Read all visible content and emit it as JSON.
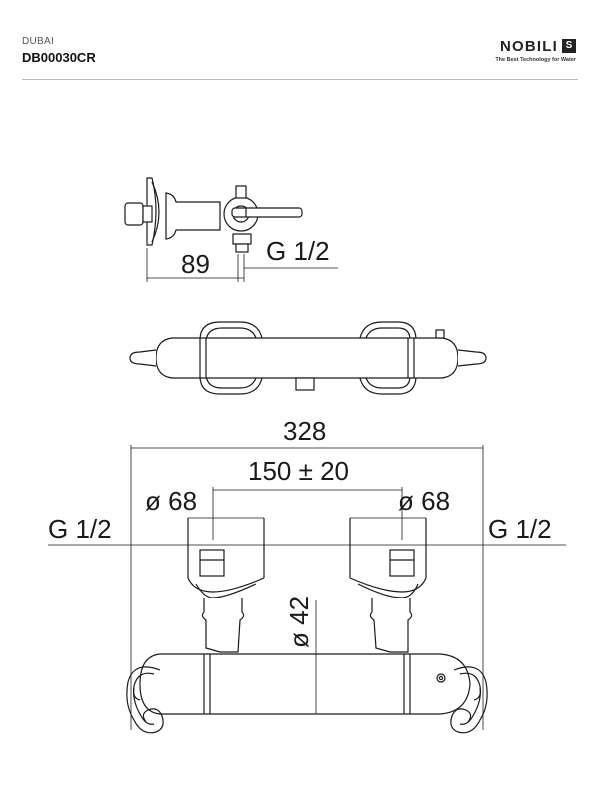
{
  "header": {
    "series": "DUBAI",
    "code": "DB00030CR",
    "brand": "NOBILI",
    "brand_mark": "S",
    "tagline": "The Best Technology for Water"
  },
  "side_view": {
    "depth_label": "89",
    "inlet_label": "G 1/2"
  },
  "front_view": {
    "width_label": "328",
    "center_label": "150 ± 20",
    "left_diameter_label": "ø 68",
    "right_diameter_label": "ø 68",
    "left_inlet_label": "G 1/2",
    "right_inlet_label": "G 1/2",
    "body_diameter_label": "ø 42"
  }
}
